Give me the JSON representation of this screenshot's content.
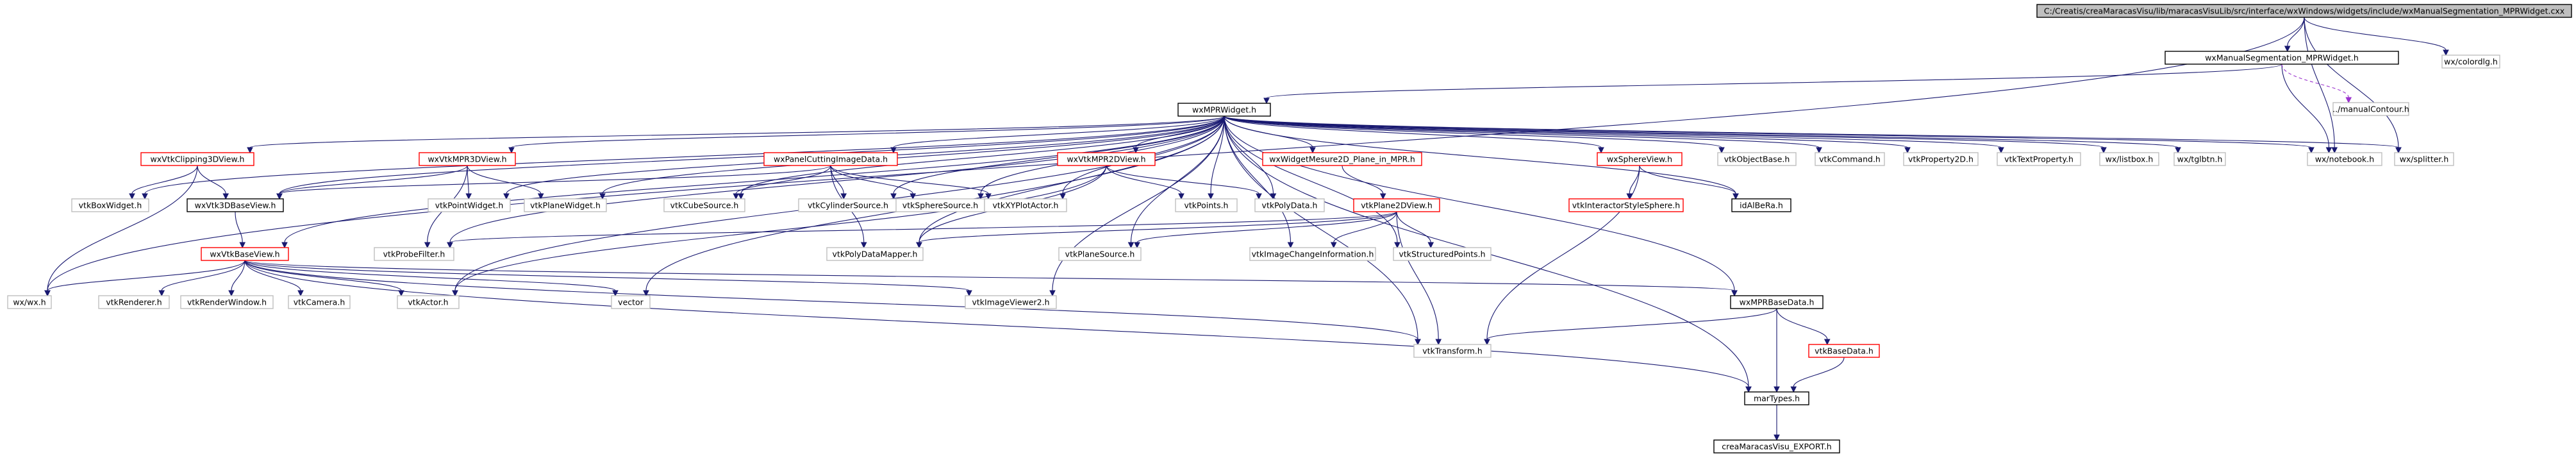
{
  "colors": {
    "root_fill": "#bfbfbf",
    "border_plain": "#bfbfbf",
    "border_documented": "#000000",
    "border_truncated": "#ff0000",
    "edge": "#191970",
    "edge_template": "#9a32cd"
  },
  "nodes": [
    {
      "id": "root",
      "label": "C:/Creatis/creaMaracasVisu/lib/maracasVisuLib/src/interface/wxWindows/widgets/include/wxManualSegmentation_MPRWidget.cxx",
      "kind": "root"
    },
    {
      "id": "manseg",
      "label": "wxManualSegmentation_MPRWidget.h",
      "kind": "documented"
    },
    {
      "id": "colordlg",
      "label": "wx/colordlg.h",
      "kind": "plain"
    },
    {
      "id": "mprwidget",
      "label": "wxMPRWidget.h",
      "kind": "documented"
    },
    {
      "id": "manualcontour",
      "label": "../manualContour.h",
      "kind": "plain"
    },
    {
      "id": "clipping",
      "label": "wxVtkClipping3DView.h",
      "kind": "truncated"
    },
    {
      "id": "vtkmpr3d",
      "label": "wxVtkMPR3DView.h",
      "kind": "truncated"
    },
    {
      "id": "panelcut",
      "label": "wxPanelCuttingImageData.h",
      "kind": "truncated"
    },
    {
      "id": "vtkmpr2d",
      "label": "wxVtkMPR2DView.h",
      "kind": "truncated"
    },
    {
      "id": "mesure2d",
      "label": "wxWidgetMesure2D_Plane_in_MPR.h",
      "kind": "truncated"
    },
    {
      "id": "sphereview",
      "label": "wxSphereView.h",
      "kind": "truncated"
    },
    {
      "id": "objectbase",
      "label": "vtkObjectBase.h",
      "kind": "plain"
    },
    {
      "id": "command",
      "label": "vtkCommand.h",
      "kind": "plain"
    },
    {
      "id": "property2d",
      "label": "vtkProperty2D.h",
      "kind": "plain"
    },
    {
      "id": "textproperty",
      "label": "vtkTextProperty.h",
      "kind": "plain"
    },
    {
      "id": "listbox",
      "label": "wx/listbox.h",
      "kind": "plain"
    },
    {
      "id": "tglbtn",
      "label": "wx/tglbtn.h",
      "kind": "plain"
    },
    {
      "id": "notebook",
      "label": "wx/notebook.h",
      "kind": "plain"
    },
    {
      "id": "splitter",
      "label": "wx/splitter.h",
      "kind": "plain"
    },
    {
      "id": "boxwidget",
      "label": "vtkBoxWidget.h",
      "kind": "plain"
    },
    {
      "id": "vtk3dbase",
      "label": "wxVtk3DBaseView.h",
      "kind": "documented"
    },
    {
      "id": "pointwidget",
      "label": "vtkPointWidget.h",
      "kind": "plain"
    },
    {
      "id": "planewidget",
      "label": "vtkPlaneWidget.h",
      "kind": "plain"
    },
    {
      "id": "cubesource",
      "label": "vtkCubeSource.h",
      "kind": "plain"
    },
    {
      "id": "cylsource",
      "label": "vtkCylinderSource.h",
      "kind": "plain"
    },
    {
      "id": "spheresource",
      "label": "vtkSphereSource.h",
      "kind": "plain"
    },
    {
      "id": "xyplot",
      "label": "vtkXYPlotActor.h",
      "kind": "plain"
    },
    {
      "id": "points",
      "label": "vtkPoints.h",
      "kind": "plain"
    },
    {
      "id": "polydata",
      "label": "vtkPolyData.h",
      "kind": "plain"
    },
    {
      "id": "plane2dview",
      "label": "vtkPlane2DView.h",
      "kind": "truncated"
    },
    {
      "id": "interactorsphere",
      "label": "vtkInteractorStyleSphere.h",
      "kind": "truncated"
    },
    {
      "id": "idalbera",
      "label": "idAlBeRa.h",
      "kind": "documented"
    },
    {
      "id": "vtkbaseview",
      "label": "wxVtkBaseView.h",
      "kind": "truncated"
    },
    {
      "id": "probefilter",
      "label": "vtkProbeFilter.h",
      "kind": "plain"
    },
    {
      "id": "polydatamapper",
      "label": "vtkPolyDataMapper.h",
      "kind": "plain"
    },
    {
      "id": "planesource",
      "label": "vtkPlaneSource.h",
      "kind": "plain"
    },
    {
      "id": "imagechange",
      "label": "vtkImageChangeInformation.h",
      "kind": "plain"
    },
    {
      "id": "structpoints",
      "label": "vtkStructuredPoints.h",
      "kind": "plain"
    },
    {
      "id": "wxwx",
      "label": "wx/wx.h",
      "kind": "plain"
    },
    {
      "id": "renderer",
      "label": "vtkRenderer.h",
      "kind": "plain"
    },
    {
      "id": "renderwindow",
      "label": "vtkRenderWindow.h",
      "kind": "plain"
    },
    {
      "id": "camera",
      "label": "vtkCamera.h",
      "kind": "plain"
    },
    {
      "id": "actor",
      "label": "vtkActor.h",
      "kind": "plain"
    },
    {
      "id": "vector",
      "label": "vector",
      "kind": "plain"
    },
    {
      "id": "imageviewer2",
      "label": "vtkImageViewer2.h",
      "kind": "plain"
    },
    {
      "id": "mprbasedata",
      "label": "wxMPRBaseData.h",
      "kind": "documented"
    },
    {
      "id": "transform",
      "label": "vtkTransform.h",
      "kind": "plain"
    },
    {
      "id": "basedata",
      "label": "vtkBaseData.h",
      "kind": "truncated"
    },
    {
      "id": "martypes",
      "label": "marTypes.h",
      "kind": "documented"
    },
    {
      "id": "export",
      "label": "creaMaracasVisu_EXPORT.h",
      "kind": "documented"
    }
  ]
}
